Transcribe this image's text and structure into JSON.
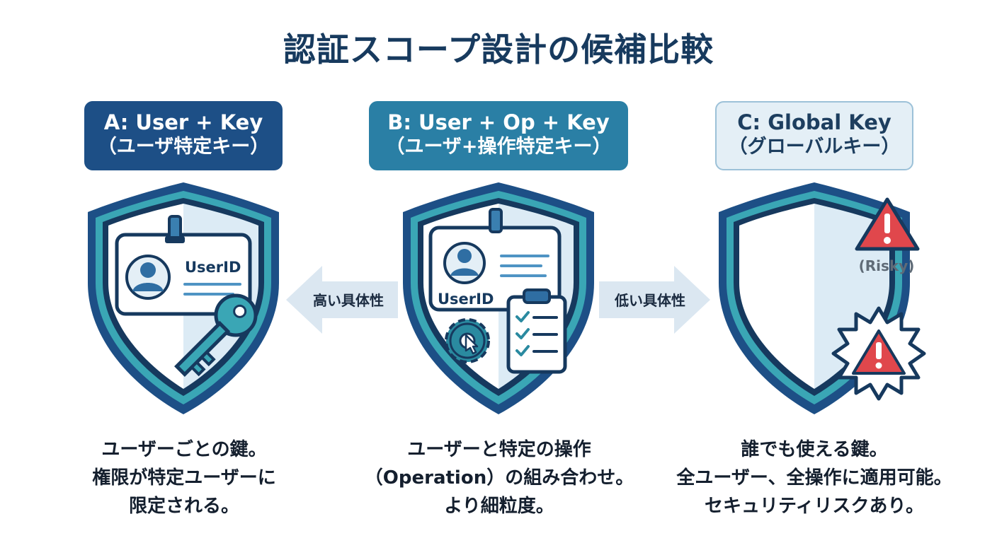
{
  "title": "認証スコープ設計の候補比較",
  "options": {
    "a": {
      "header_line1": "A: User + Key",
      "header_line2": "（ユーザ特定キー）",
      "card_label": "UserID",
      "desc": [
        "ユーザーごとの鍵。",
        "権限が特定ユーザーに",
        "限定される。"
      ]
    },
    "b": {
      "header_line1": "B: User + Op + Key",
      "header_line2": "（ユーザ+操作特定キー）",
      "card_label": "UserID",
      "desc": [
        "ユーザーと特定の操作",
        "（Operation）の組み合わせ。",
        "より細粒度。"
      ]
    },
    "c": {
      "header_line1": "C: Global Key",
      "header_line2": "（グローバルキー）",
      "risk_label": "(Risky)",
      "desc": [
        "誰でも使える鍵。",
        "全ユーザー、全操作に適用可能。",
        "セキュリティリスクあり。"
      ]
    }
  },
  "arrows": {
    "left_label": "高い具体性",
    "right_label": "低い具体性"
  },
  "colors": {
    "navy": "#1d4f86",
    "teal": "#2a7fa5",
    "light": "#e4eff6",
    "warning": "#e0474c"
  }
}
